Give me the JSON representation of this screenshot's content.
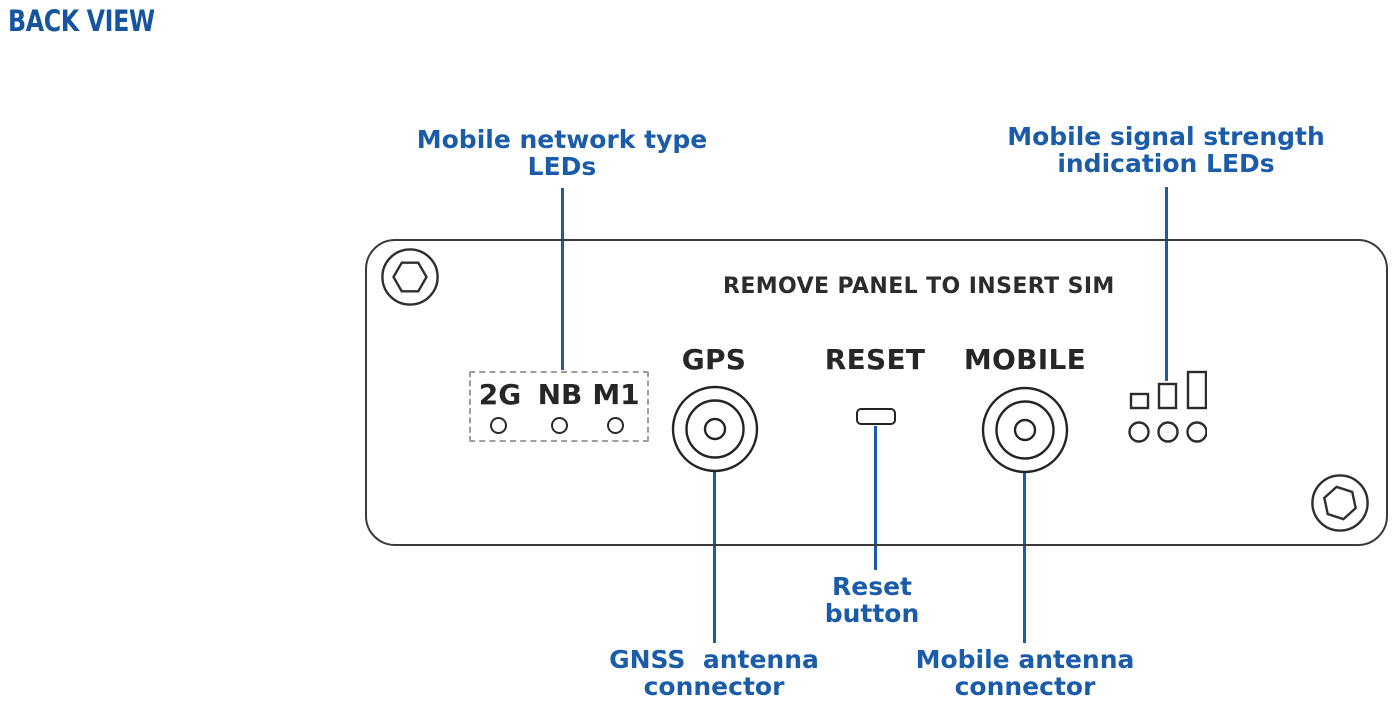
{
  "title": "BACK VIEW",
  "colors": {
    "accent_blue": "#1a5caa",
    "title_blue": "#15549e",
    "outline_dark": "#3a3a3a"
  },
  "device": {
    "sim_notice": "REMOVE PANEL TO INSERT SIM",
    "ports": {
      "gps": "GPS",
      "reset": "RESET",
      "mobile": "MOBILE"
    },
    "network_leds": [
      "2G",
      "NB",
      "M1"
    ]
  },
  "callouts": {
    "network_leds": {
      "line1": "Mobile network type",
      "line2": "LEDs"
    },
    "signal_leds": {
      "line1": "Mobile signal strength",
      "line2": "indication LEDs"
    },
    "reset_button": {
      "line1": "Reset",
      "line2": "button"
    },
    "gnss_connector": {
      "line1": "GNSS  antenna",
      "line2": "connector"
    },
    "mobile_connector": {
      "line1": "Mobile antenna",
      "line2": "connector"
    }
  }
}
